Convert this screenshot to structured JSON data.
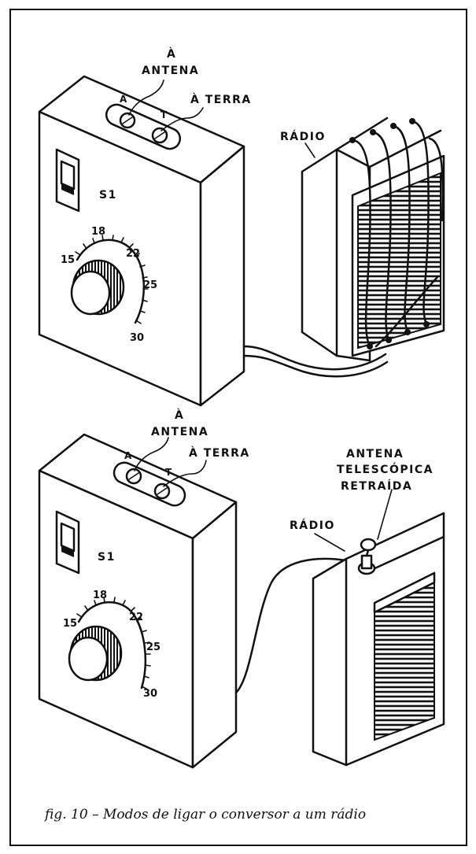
{
  "top_panel": {
    "antenna_label_1": "À",
    "antenna_label_2": "ANTENA",
    "ground_label": "À TERRA",
    "terminal_a": "A",
    "terminal_t": "T",
    "switch_label": "S1",
    "radio_label": "RÁDIO",
    "dial_marks": [
      "15",
      "18",
      "22",
      "25",
      "30"
    ]
  },
  "bottom_panel": {
    "antenna_label_1": "À",
    "antenna_label_2": "ANTENA",
    "ground_label": "À TERRA",
    "terminal_a": "A",
    "terminal_t": "T",
    "switch_label": "S1",
    "radio_label": "RÁDIO",
    "telescopic_1": "ANTENA",
    "telescopic_2": "TELESCÓPICA",
    "telescopic_3": "RETRAÍDA",
    "dial_marks": [
      "15",
      "18",
      "22",
      "25",
      "30"
    ]
  },
  "caption": "fig. 10 – Modos de ligar o conversor a um rádio"
}
